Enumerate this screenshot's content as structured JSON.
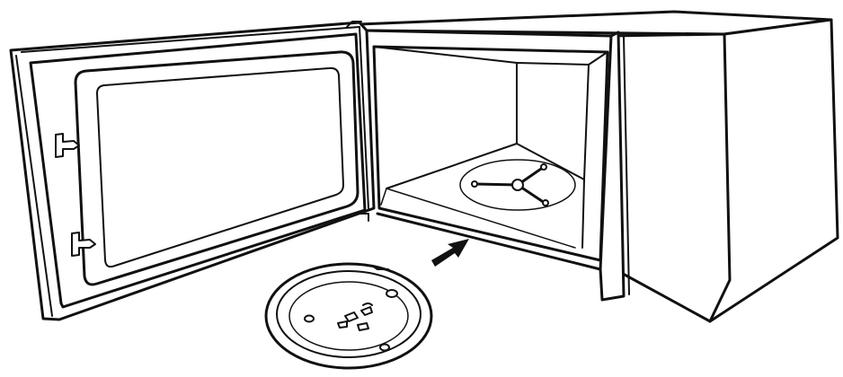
{
  "figure": {
    "subject": "microwave-oven-open-door-turntable-installation",
    "colors": {
      "line": "#111111",
      "background": "#ffffff"
    },
    "parts": {
      "oven_body": "oven-cabinet",
      "door": "open-door",
      "window": "door-window",
      "latches": [
        "door-latch-upper",
        "door-latch-lower"
      ],
      "cavity": "oven-cavity",
      "roller_ring": "turntable-roller-support",
      "tray": "glass-turntable-tray",
      "arrow": "insert-direction-arrow"
    }
  }
}
